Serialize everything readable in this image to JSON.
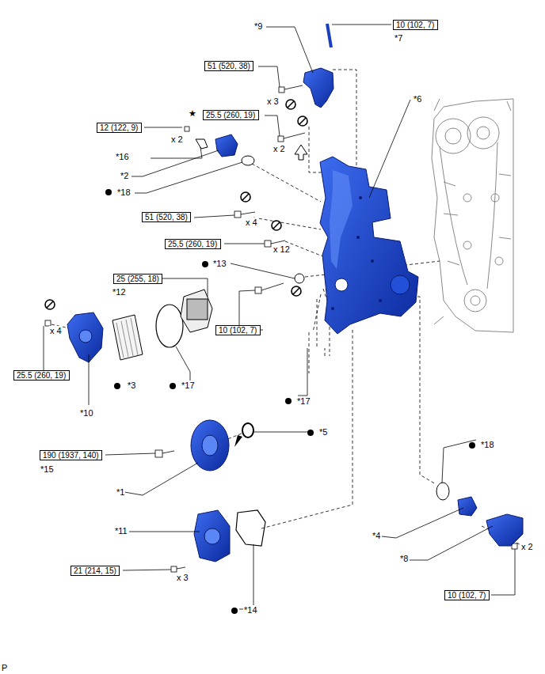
{
  "diagram": {
    "nodes": [
      {
        "text": [
          "10 (102, 7)"
        ]
      },
      {
        "text": [
          "51 (520, 38)"
        ]
      },
      {
        "text": [
          "25.5 (260, 19)"
        ]
      },
      {
        "text": [
          "12 (122, 9)"
        ]
      },
      {
        "text": [
          "51 (520, 38)"
        ]
      },
      {
        "text": [
          "25,5 (260, 19)"
        ]
      },
      {
        "text": [
          "25 (255, 18)"
        ]
      },
      {
        "text": [
          "10 (102, 7)"
        ]
      },
      {
        "text": [
          "25.5 (260, 19)"
        ]
      },
      {
        "text": [
          "190 (1937, 140)"
        ]
      },
      {
        "text": [
          "21 (214, 15)"
        ]
      },
      {
        "text": [
          "10 (102, 7)"
        ]
      }
    ],
    "edges": [],
    "labels": [
      "*9",
      "*7",
      "*6",
      "x 3",
      "★",
      "x 2",
      "x 2",
      "*16",
      "*2",
      "*18",
      "x 4",
      "x 12",
      "*13",
      "*12",
      "x 4",
      "*10",
      "*3",
      "*17",
      "*17",
      "*5",
      "*15",
      "*1",
      "*18",
      "*4",
      "*8",
      "x 2",
      "*11",
      "x 3",
      "*14",
      "P"
    ]
  }
}
